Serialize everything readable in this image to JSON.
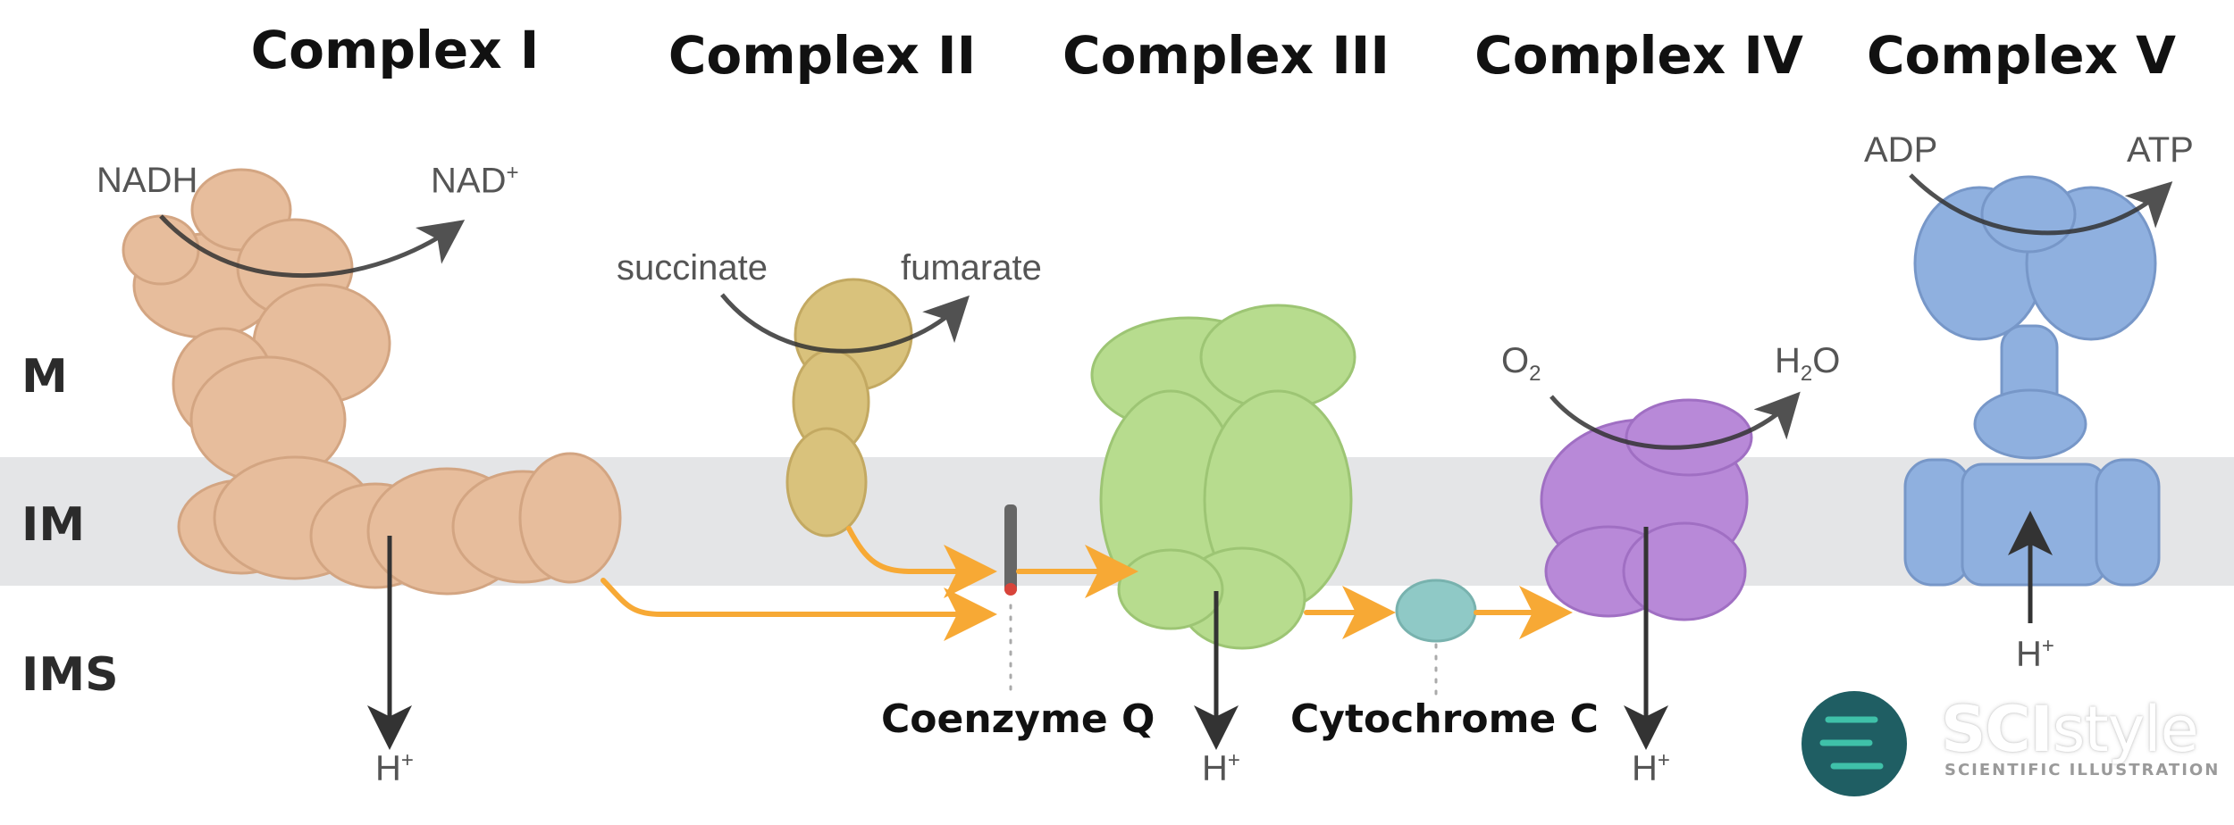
{
  "complexes": [
    {
      "title": "Complex I"
    },
    {
      "title": "Complex II"
    },
    {
      "title": "Complex III"
    },
    {
      "title": "Complex IV"
    },
    {
      "title": "Complex V"
    }
  ],
  "regions": {
    "matrix": "M",
    "inner_membrane": "IM",
    "intermembrane_space": "IMS"
  },
  "reactions": {
    "complex1": {
      "substrate": "NADH",
      "product_base": "NAD",
      "product_sup": "+"
    },
    "complex2": {
      "substrate": "succinate",
      "product": "fumarate"
    },
    "complex4": {
      "substrate_base": "O",
      "substrate_sub": "2",
      "product_pre": "H",
      "product_sub": "2",
      "product_post": "O"
    },
    "complex5": {
      "substrate": "ADP",
      "product": "ATP"
    }
  },
  "proton": {
    "base": "H",
    "sup": "+"
  },
  "carriers": {
    "coenzyme_q": "Coenzyme Q",
    "cytochrome_c": "Cytochrome C"
  },
  "logo": {
    "brand_bold": "SCI",
    "brand_light": "style",
    "tagline": "SCIENTIFIC ILLUSTRATION"
  },
  "colors": {
    "membrane": "#e4e5e7",
    "electron_flow": "#f7a935",
    "complex1": "#e7bd9c",
    "complex2": "#d9c27c",
    "complex3": "#b7dc8e",
    "complex4": "#b889d8",
    "complex5": "#8fb0df",
    "cytochrome_c": "#8fc9c6",
    "arrow": "#333333",
    "logo": "#1f5e63"
  }
}
